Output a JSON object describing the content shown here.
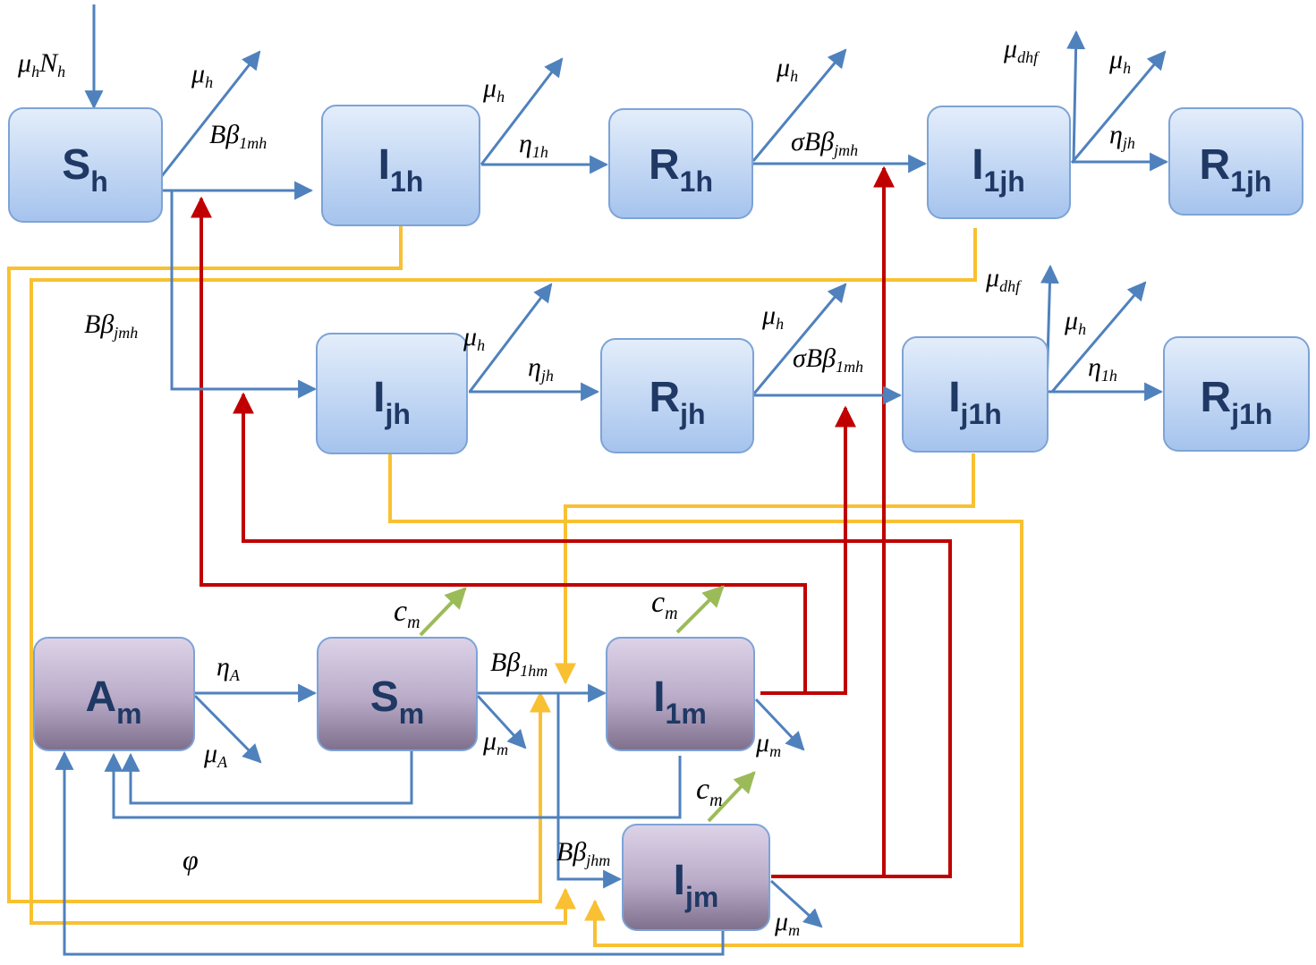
{
  "compartments": {
    "S_h": {
      "main": "S",
      "sub": "h"
    },
    "I_1h": {
      "main": "I",
      "sub": "1h"
    },
    "R_1h": {
      "main": "R",
      "sub": "1h"
    },
    "I_1jh": {
      "main": "I",
      "sub": "1jh"
    },
    "R_1jh": {
      "main": "R",
      "sub": "1jh"
    },
    "I_jh": {
      "main": "I",
      "sub": "jh"
    },
    "R_jh": {
      "main": "R",
      "sub": "jh"
    },
    "I_j1h": {
      "main": "I",
      "sub": "j1h"
    },
    "R_j1h": {
      "main": "R",
      "sub": "j1h"
    },
    "A_m": {
      "main": "A",
      "sub": "m"
    },
    "S_m": {
      "main": "S",
      "sub": "m"
    },
    "I_1m": {
      "main": "I",
      "sub": "1m"
    },
    "I_jm": {
      "main": "I",
      "sub": "jm"
    }
  },
  "rates": {
    "recruitment_h": {
      "main": "μ",
      "sub": "h",
      "tail": "N",
      "tailsub": "h"
    },
    "death_Sh": {
      "main": "μ",
      "sub": "h"
    },
    "inf_Sh_I1h": {
      "main": "Bβ",
      "sub": "1mh"
    },
    "inf_Sh_Ijh": {
      "main": "Bβ",
      "sub": "jmh"
    },
    "death_I1h": {
      "main": "μ",
      "sub": "h"
    },
    "rec_I1h": {
      "main": "η",
      "sub": "1h"
    },
    "death_R1h": {
      "main": "μ",
      "sub": "h"
    },
    "inf_R1h_I1jh": {
      "main": "σBβ",
      "sub": "jmh"
    },
    "dhf_I1jh": {
      "main": "μ",
      "sub": "dhf"
    },
    "death_I1jh": {
      "main": "μ",
      "sub": "h"
    },
    "rec_I1jh": {
      "main": "η",
      "sub": "jh"
    },
    "death_Ijh": {
      "main": "μ",
      "sub": "h"
    },
    "rec_Ijh": {
      "main": "η",
      "sub": "jh"
    },
    "death_Rjh": {
      "main": "μ",
      "sub": "h"
    },
    "inf_Rjh_Ij1h": {
      "main": "σBβ",
      "sub": "1mh"
    },
    "dhf_Ij1h": {
      "main": "μ",
      "sub": "dhf"
    },
    "death_Ij1h": {
      "main": "μ",
      "sub": "h"
    },
    "rec_Ij1h": {
      "main": "η",
      "sub": "1h"
    },
    "mat_Am": {
      "main": "η",
      "sub": "A"
    },
    "death_Am": {
      "main": "μ",
      "sub": "A"
    },
    "control_Sm": {
      "main": "c",
      "sub": "m"
    },
    "inf_Sm_I1m": {
      "main": "Bβ",
      "sub": "1hm"
    },
    "death_Sm": {
      "main": "μ",
      "sub": "m"
    },
    "control_I1m": {
      "main": "c",
      "sub": "m"
    },
    "death_I1m": {
      "main": "μ",
      "sub": "m"
    },
    "control_Ijm": {
      "main": "c",
      "sub": "m"
    },
    "inf_Sm_Ijm": {
      "main": "Bβ",
      "sub": "jhm"
    },
    "death_Ijm": {
      "main": "μ",
      "sub": "m"
    },
    "birth": {
      "main": "φ",
      "sub": ""
    }
  },
  "colors": {
    "human_box_top": "#dde9f9",
    "human_box_bottom": "#a9c6ee",
    "human_box_border": "#7da3d6",
    "mosquito_box_top": "#d9cde3",
    "mosquito_box_bottom": "#8c7e9a",
    "mosquito_box_border": "#7da3d6",
    "flow_blue": "#4f81bd",
    "transmission_red": "#c00000",
    "transmission_yellow": "#f8c032",
    "control_green": "#9bbb59",
    "label_text": "#1f3864"
  }
}
